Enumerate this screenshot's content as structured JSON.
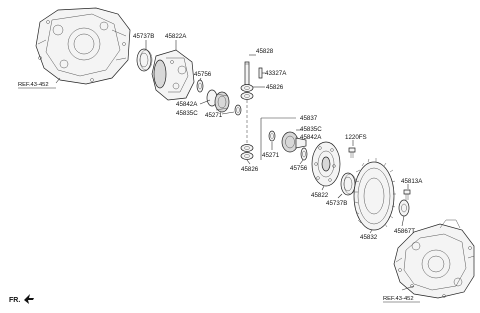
{
  "diagram": {
    "refs": {
      "top_left": "REF.43-452",
      "bottom_right": "REF.43-452"
    },
    "front_marker": "FR.",
    "labels": {
      "p45737B_top": "45737B",
      "p45822A": "45822A",
      "p45828": "45828",
      "p43327A": "43327A",
      "p45756_top": "45756",
      "p45826_top": "45826",
      "p45842A_top": "45842A",
      "p45835C_top": "45835C",
      "p45271_top": "45271",
      "p45837": "45837",
      "p45835C_mid": "45835C",
      "p45842A_mid": "45842A",
      "p1220FS": "1220FS",
      "p45271_mid": "45271",
      "p45756_mid": "45756",
      "p45826_bot": "45826",
      "p45822": "45822",
      "p45737B_bot": "45737B",
      "p45813A": "45813A",
      "p45832": "45832",
      "p45867T": "45867T"
    }
  }
}
